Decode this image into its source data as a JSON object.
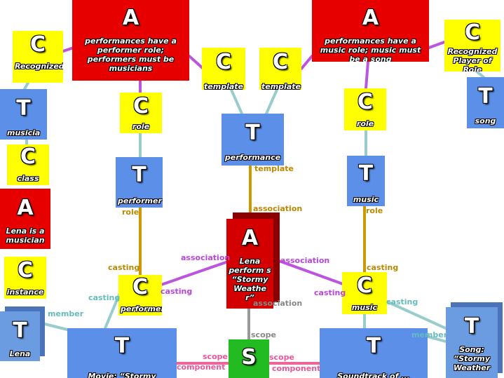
{
  "nodes": {
    "a_left": {
      "letter": "A",
      "caption": "performances have a performer role; performers must be musicians"
    },
    "a_right": {
      "letter": "A",
      "caption": "performances have a music role; music must be a song"
    },
    "c_topleft": {
      "letter": "C",
      "caption": "Recognized Player of Rol"
    },
    "c_topright": {
      "letter": "C",
      "caption": "Recognized Player of Role"
    },
    "c_template1": {
      "letter": "C",
      "caption": "template"
    },
    "c_template2": {
      "letter": "C",
      "caption": "template"
    },
    "t_musician": {
      "letter": "T",
      "caption": "musicia"
    },
    "t_song": {
      "letter": "T",
      "caption": "song"
    },
    "c_role_left": {
      "letter": "C",
      "caption": "role"
    },
    "c_role_right": {
      "letter": "C",
      "caption": "role"
    },
    "t_performance": {
      "letter": "T",
      "caption": "performance"
    },
    "c_class": {
      "letter": "C",
      "caption": "class"
    },
    "t_performer": {
      "letter": "T",
      "caption": "performer"
    },
    "t_music": {
      "letter": "T",
      "caption": "music"
    },
    "a_lena_musician": {
      "letter": "A",
      "caption": "Lena is a musician"
    },
    "a_center": {
      "letter": "A",
      "caption": "Lena perform s “Stormy Weathe r”"
    },
    "c_instance": {
      "letter": "C",
      "caption": "instance"
    },
    "c_performer": {
      "letter": "C",
      "caption": "performer"
    },
    "c_music": {
      "letter": "C",
      "caption": "music"
    },
    "t_lena": {
      "letter": "T",
      "caption": "Lena"
    },
    "t_movie": {
      "letter": "T",
      "caption": "Movie: “Stormy"
    },
    "s_scope": {
      "letter": "S",
      "caption": ""
    },
    "t_soundtrack": {
      "letter": "T",
      "caption": "Soundtrack of ..."
    },
    "t_songsw": {
      "letter": "T",
      "caption": "Song: “Stormy Weather"
    }
  },
  "edge_labels": {
    "template": "template",
    "association_top": "association",
    "role_left": "role",
    "role_right": "role",
    "casting_left": "casting",
    "casting_right": "casting",
    "association_left": "association",
    "association_right": "association",
    "association_bottom": "association",
    "casting_l2": "casting",
    "casting_l3": "casting",
    "casting_r2": "casting",
    "casting_r3": "casting",
    "member_left": "member",
    "member_right": "member",
    "scope_center": "scope",
    "scope_left": "scope",
    "scope_right": "scope",
    "component_left": "component",
    "component_right": "component"
  },
  "colors": {
    "c_node": "#ffff00",
    "t_node": "#5b8fe8",
    "a_node": "#e60000",
    "s_node": "#22bb22",
    "edge_purple": "#bb55dd",
    "edge_teal": "#99cccc",
    "edge_gold": "#cc9900",
    "edge_gray": "#999999",
    "edge_pink": "#ee6699",
    "label_purple": "#bb44dd",
    "label_teal": "#66bbbb",
    "label_gold": "#bb8800",
    "label_gray": "#888888",
    "label_pink": "#ee5599"
  }
}
